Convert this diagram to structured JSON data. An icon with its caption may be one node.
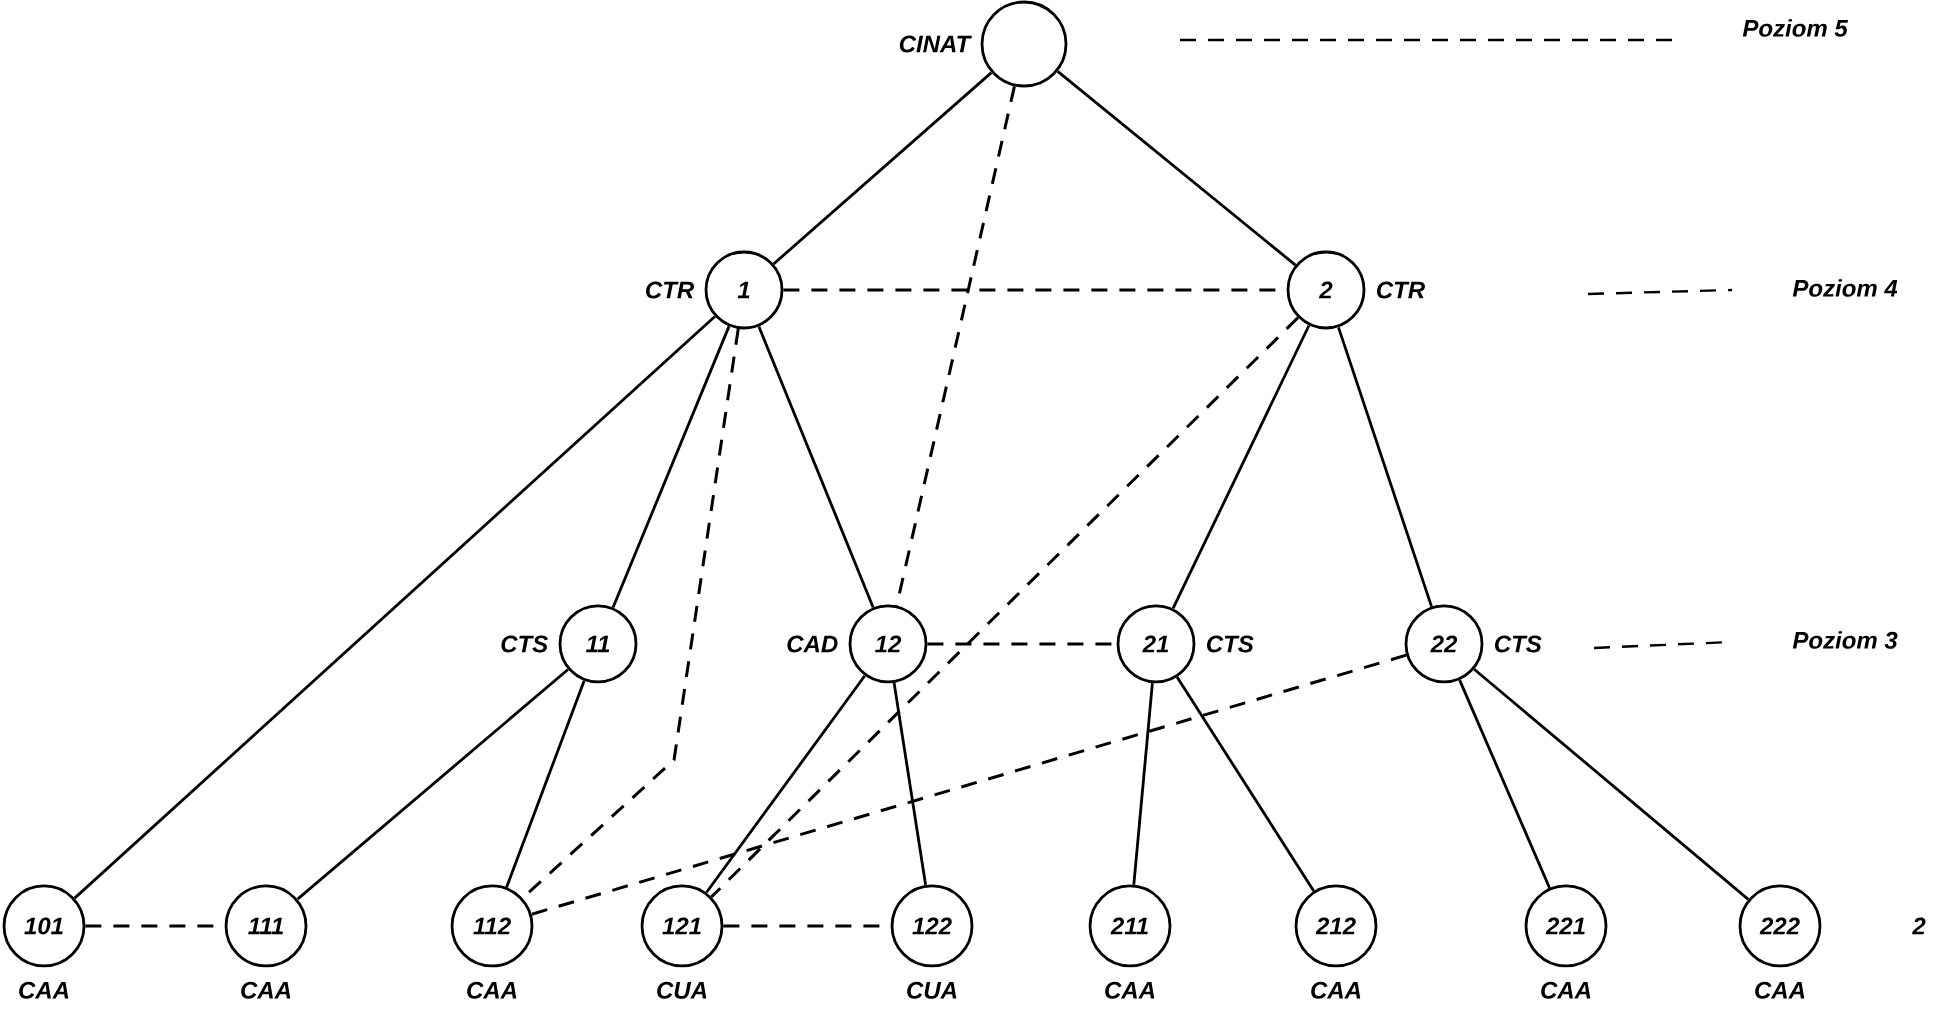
{
  "diagram": {
    "nodes": [
      {
        "text": [],
        "shape": "circle",
        "beside": [
          "CINAT"
        ]
      },
      {
        "text": [
          "1"
        ],
        "beside": [
          "CTR"
        ]
      },
      {
        "text": [
          "2"
        ],
        "beside": [
          "CTR"
        ]
      },
      {
        "text": [
          "11"
        ],
        "beside": [
          "CTS"
        ]
      },
      {
        "text": [
          "12"
        ],
        "beside": [
          "CAD"
        ]
      },
      {
        "text": [
          "21"
        ],
        "beside": [
          "CTS"
        ]
      },
      {
        "text": [
          "22"
        ],
        "beside": [
          "CTS"
        ]
      },
      {
        "text": [
          "101"
        ],
        "beside": [
          "CAA"
        ]
      },
      {
        "text": [
          "111"
        ],
        "beside": [
          "CAA"
        ]
      },
      {
        "text": [
          "112"
        ],
        "beside": [
          "CAA"
        ]
      },
      {
        "text": [
          "121"
        ],
        "beside": [
          "CUA"
        ]
      },
      {
        "text": [
          "122"
        ],
        "beside": [
          "CUA"
        ]
      },
      {
        "text": [
          "211"
        ],
        "beside": [
          "CAA"
        ]
      },
      {
        "text": [
          "212"
        ],
        "beside": [
          "CAA"
        ]
      },
      {
        "text": [
          "221"
        ],
        "beside": [
          "CAA"
        ]
      },
      {
        "text": [
          "222"
        ],
        "beside": [
          "CAA"
        ]
      }
    ],
    "edges": [
      {
        "from": 0,
        "to": 1,
        "arrow": "none"
      },
      {
        "from": 0,
        "to": 2,
        "arrow": "none"
      },
      {
        "from": 1,
        "to": 7,
        "arrow": "none"
      },
      {
        "from": 1,
        "to": 3,
        "arrow": "none"
      },
      {
        "from": 1,
        "to": 4,
        "arrow": "none"
      },
      {
        "from": 2,
        "to": 5,
        "arrow": "none"
      },
      {
        "from": 2,
        "to": 6,
        "arrow": "none"
      },
      {
        "from": 3,
        "to": 8,
        "arrow": "none"
      },
      {
        "from": 3,
        "to": 9,
        "arrow": "none"
      },
      {
        "from": 4,
        "to": 10,
        "arrow": "none"
      },
      {
        "from": 4,
        "to": 11,
        "arrow": "none"
      },
      {
        "from": 5,
        "to": 12,
        "arrow": "none"
      },
      {
        "from": 5,
        "to": 13,
        "arrow": "none"
      },
      {
        "from": 6,
        "to": 14,
        "arrow": "none"
      },
      {
        "from": 6,
        "to": 15,
        "arrow": "none"
      },
      {
        "from": 1,
        "to": 2,
        "arrow": "none",
        "style": "dashed"
      },
      {
        "from": 0,
        "to": 4,
        "arrow": "none",
        "style": "dashed"
      },
      {
        "from": 1,
        "to": 9,
        "arrow": "none",
        "style": "dashed"
      },
      {
        "from": 2,
        "to": 10,
        "arrow": "none",
        "style": "dashed"
      },
      {
        "from": 4,
        "to": 5,
        "arrow": "none",
        "style": "dashed"
      },
      {
        "from": 6,
        "to": 9,
        "arrow": "none",
        "style": "dashed"
      },
      {
        "from": 7,
        "to": 8,
        "arrow": "none",
        "style": "dashed"
      },
      {
        "from": 10,
        "to": 11,
        "arrow": "none",
        "style": "dashed"
      }
    ],
    "labels": [
      "Poziom 5",
      "Poziom 4",
      "Poziom 3",
      "2"
    ]
  }
}
